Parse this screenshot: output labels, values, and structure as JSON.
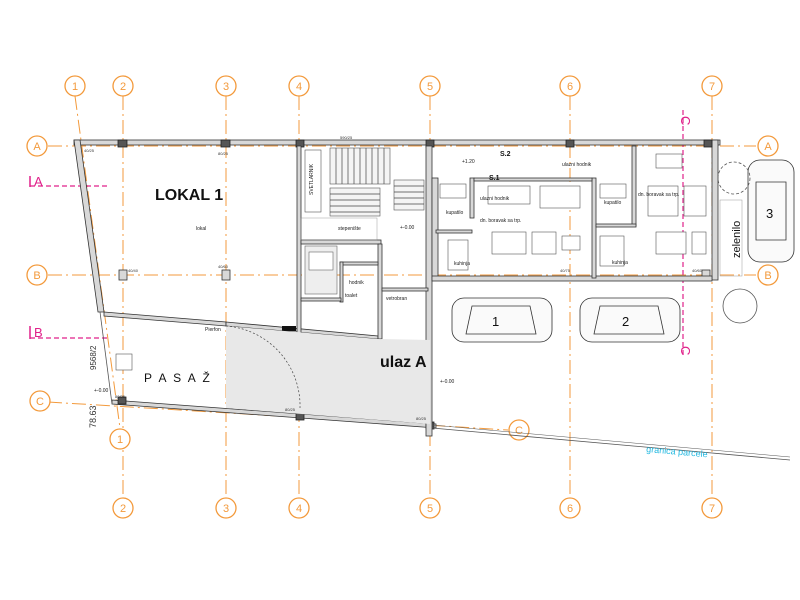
{
  "grid": {
    "columns": [
      "1",
      "2",
      "3",
      "4",
      "5",
      "6",
      "7"
    ],
    "rows": [
      "A",
      "B",
      "C"
    ]
  },
  "rooms": {
    "lokal_title": "LOKAL 1",
    "lokal_sub": "lokal",
    "stepeniste": "stepenište",
    "svetlarnik": "SVETLARNIK",
    "hodnik": "hodnik",
    "toalet": "toalet",
    "vetrobran": "vetrobran",
    "kupatilo1": "kupatilo",
    "kupatilo2": "kupatilo",
    "kuhinja1": "kuhinja",
    "kuhinja2": "kuhinja",
    "ulazni_hodnik1": "ulazni hodnik",
    "ulazni_hodnik2": "ulazni hodnik",
    "dn_boravak1": "dn. boravak sa trp.",
    "dn_boravak2": "dn. boravak sa trp.",
    "zelenilo": "zelenilo",
    "pasaz": "P A S A Ž",
    "ulaz": "ulaz A",
    "pierfon": "Pierfon",
    "granica": "granica parcele"
  },
  "levels": {
    "lvl_up": "+1.20",
    "lvl_zero1": "+-0.00",
    "lvl_zero2": "+-0.00",
    "lvl_zero3": "+-0.00"
  },
  "sections": {
    "s1": "S.1",
    "s2": "S.2",
    "a_left": "A",
    "b_left": "B",
    "c_top": "C",
    "c_bottom": "C"
  },
  "parking": [
    "1",
    "2",
    "3"
  ],
  "dimensions": {
    "d1": "590/25",
    "d2": "80/25",
    "d3": "40/25",
    "d4": "40/40",
    "d5": "40/60",
    "d6": "9568/2",
    "d7": "78.63",
    "d8": "80/25",
    "d9": "80/25",
    "d10": "80/25",
    "d11": "40/75",
    "d12": "40/60"
  },
  "colors": {
    "axis": "#f39a3c",
    "section": "#e0218a",
    "border_text": "#22b8e0"
  }
}
